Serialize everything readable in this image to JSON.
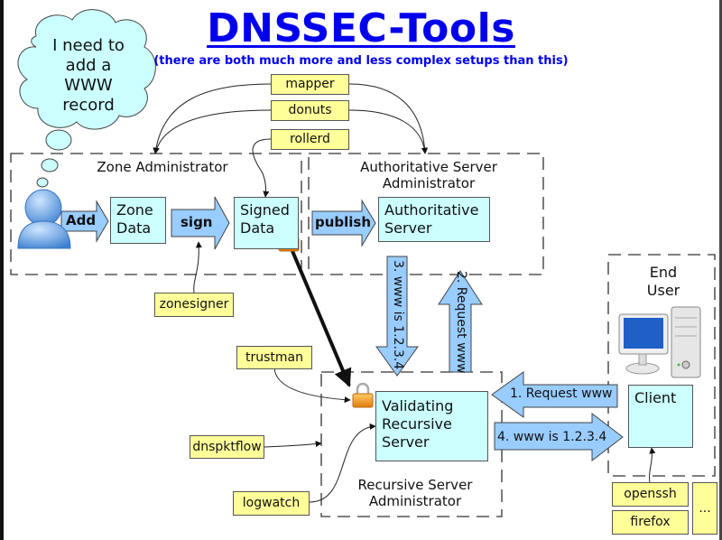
{
  "title": "DNSSEC-Tools",
  "subtitle": "(there are both much more and less complex setups than this)",
  "thought_bubble": [
    "I need to",
    "add a",
    "WWW",
    "record"
  ],
  "groups": {
    "zone_admin": "Zone Administrator",
    "auth_admin": [
      "Authoritative Server",
      "Administrator"
    ],
    "recursive_admin": [
      "Recursive Server",
      "Administrator"
    ],
    "end_user": [
      "End",
      "User"
    ]
  },
  "nodes": {
    "zone_data": [
      "Zone",
      "Data"
    ],
    "signed_data": [
      "Signed",
      "Data"
    ],
    "auth_server": [
      "Authoritative",
      "Server"
    ],
    "validating_server": [
      "Validating",
      "Recursive",
      "Server"
    ],
    "client": "Client"
  },
  "arrows": {
    "add": "Add",
    "sign": "sign",
    "publish": "publish",
    "step1": "1. Request www",
    "step2": "2. Request www",
    "step3": "3. www is 1.2.3.4",
    "step4": "4. www is 1.2.3.4"
  },
  "tools": {
    "mapper": "mapper",
    "donuts": "donuts",
    "rollerd": "rollerd",
    "zonesigner": "zonesigner",
    "trustman": "trustman",
    "dnspktflow": "dnspktflow",
    "logwatch": "logwatch",
    "openssh": "openssh",
    "firefox": "firefox",
    "more": "..."
  },
  "colors": {
    "title": "#0000ee",
    "node_fill": "#ccffff",
    "tool_fill": "#ffff99",
    "arrow_fill": "#99ccff",
    "lock": "#f0a030",
    "user_icon": "#5b9be0"
  }
}
